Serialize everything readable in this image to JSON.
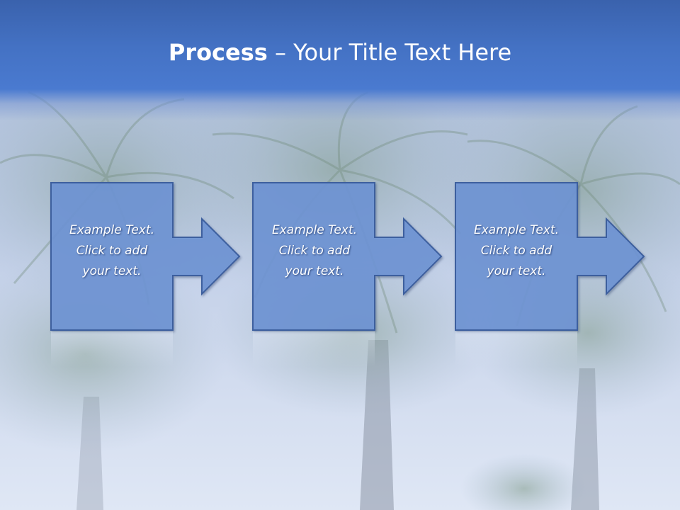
{
  "slide": {
    "title_bold": "Process",
    "title_separator": " – ",
    "title_rest": "Your Title Text Here",
    "background_description_icon": "palm-trees-photo",
    "colors": {
      "header": "#4472c4",
      "box_fill": "#6f95d6",
      "box_stroke": "#3d5f9e",
      "text": "#ffffff"
    }
  },
  "steps": [
    {
      "line1": "Example Text.",
      "line2": "Click  to add",
      "line3": "your text."
    },
    {
      "line1": "Example Text.",
      "line2": "Click  to add",
      "line3": "your text."
    },
    {
      "line1": "Example Text.",
      "line2": "Click  to add",
      "line3": "your text."
    }
  ]
}
